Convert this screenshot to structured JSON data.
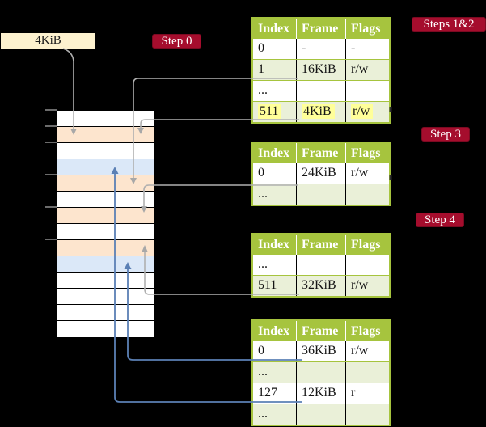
{
  "palette": {
    "background": "#000000",
    "table_header_green": "#a6c43e",
    "table_row_green": "#eaf0d8",
    "memory_row_orange": "#fde5ce",
    "memory_row_blue": "#dbe8f8",
    "size_label_cream": "#fdf2cf",
    "badge_red": "#a50d2d",
    "highlight_yellow": "#ffff99",
    "connector_gray": "#b0b0b0",
    "connector_blue": "#5b80b5"
  },
  "size_label": "4KiB",
  "badges": {
    "step0": "Step 0",
    "steps12": "Steps 1&2",
    "step3": "Step 3",
    "step4": "Step 4"
  },
  "memory": {
    "rows": [
      {
        "fill": "white"
      },
      {
        "fill": "orange"
      },
      {
        "fill": "white"
      },
      {
        "fill": "blue"
      },
      {
        "fill": "orange"
      },
      {
        "fill": "white"
      },
      {
        "fill": "orange"
      },
      {
        "fill": "white"
      },
      {
        "fill": "orange"
      },
      {
        "fill": "blue"
      },
      {
        "fill": "white"
      },
      {
        "fill": "white"
      },
      {
        "fill": "white"
      },
      {
        "fill": "white"
      }
    ]
  },
  "tables": [
    {
      "headers": [
        "Index",
        "Frame",
        "Flags"
      ],
      "rows": [
        {
          "cells": [
            "0",
            "-",
            "-"
          ]
        },
        {
          "cells": [
            "1",
            "16KiB",
            "r/w"
          ]
        },
        {
          "cells": [
            "...",
            "",
            ""
          ]
        },
        {
          "cells": [
            "511",
            "4KiB",
            "r/w"
          ],
          "highlighted": true
        }
      ]
    },
    {
      "headers": [
        "Index",
        "Frame",
        "Flags"
      ],
      "rows": [
        {
          "cells": [
            "0",
            "24KiB",
            "r/w"
          ]
        },
        {
          "cells": [
            "...",
            "",
            ""
          ]
        }
      ]
    },
    {
      "headers": [
        "Index",
        "Frame",
        "Flags"
      ],
      "rows": [
        {
          "cells": [
            "...",
            "",
            ""
          ]
        },
        {
          "cells": [
            "511",
            "32KiB",
            "r/w"
          ]
        }
      ]
    },
    {
      "headers": [
        "Index",
        "Frame",
        "Flags"
      ],
      "rows": [
        {
          "cells": [
            "0",
            "36KiB",
            "r/w"
          ]
        },
        {
          "cells": [
            "...",
            "",
            ""
          ]
        },
        {
          "cells": [
            "127",
            "12KiB",
            "r"
          ]
        },
        {
          "cells": [
            "...",
            "",
            ""
          ]
        }
      ]
    }
  ]
}
